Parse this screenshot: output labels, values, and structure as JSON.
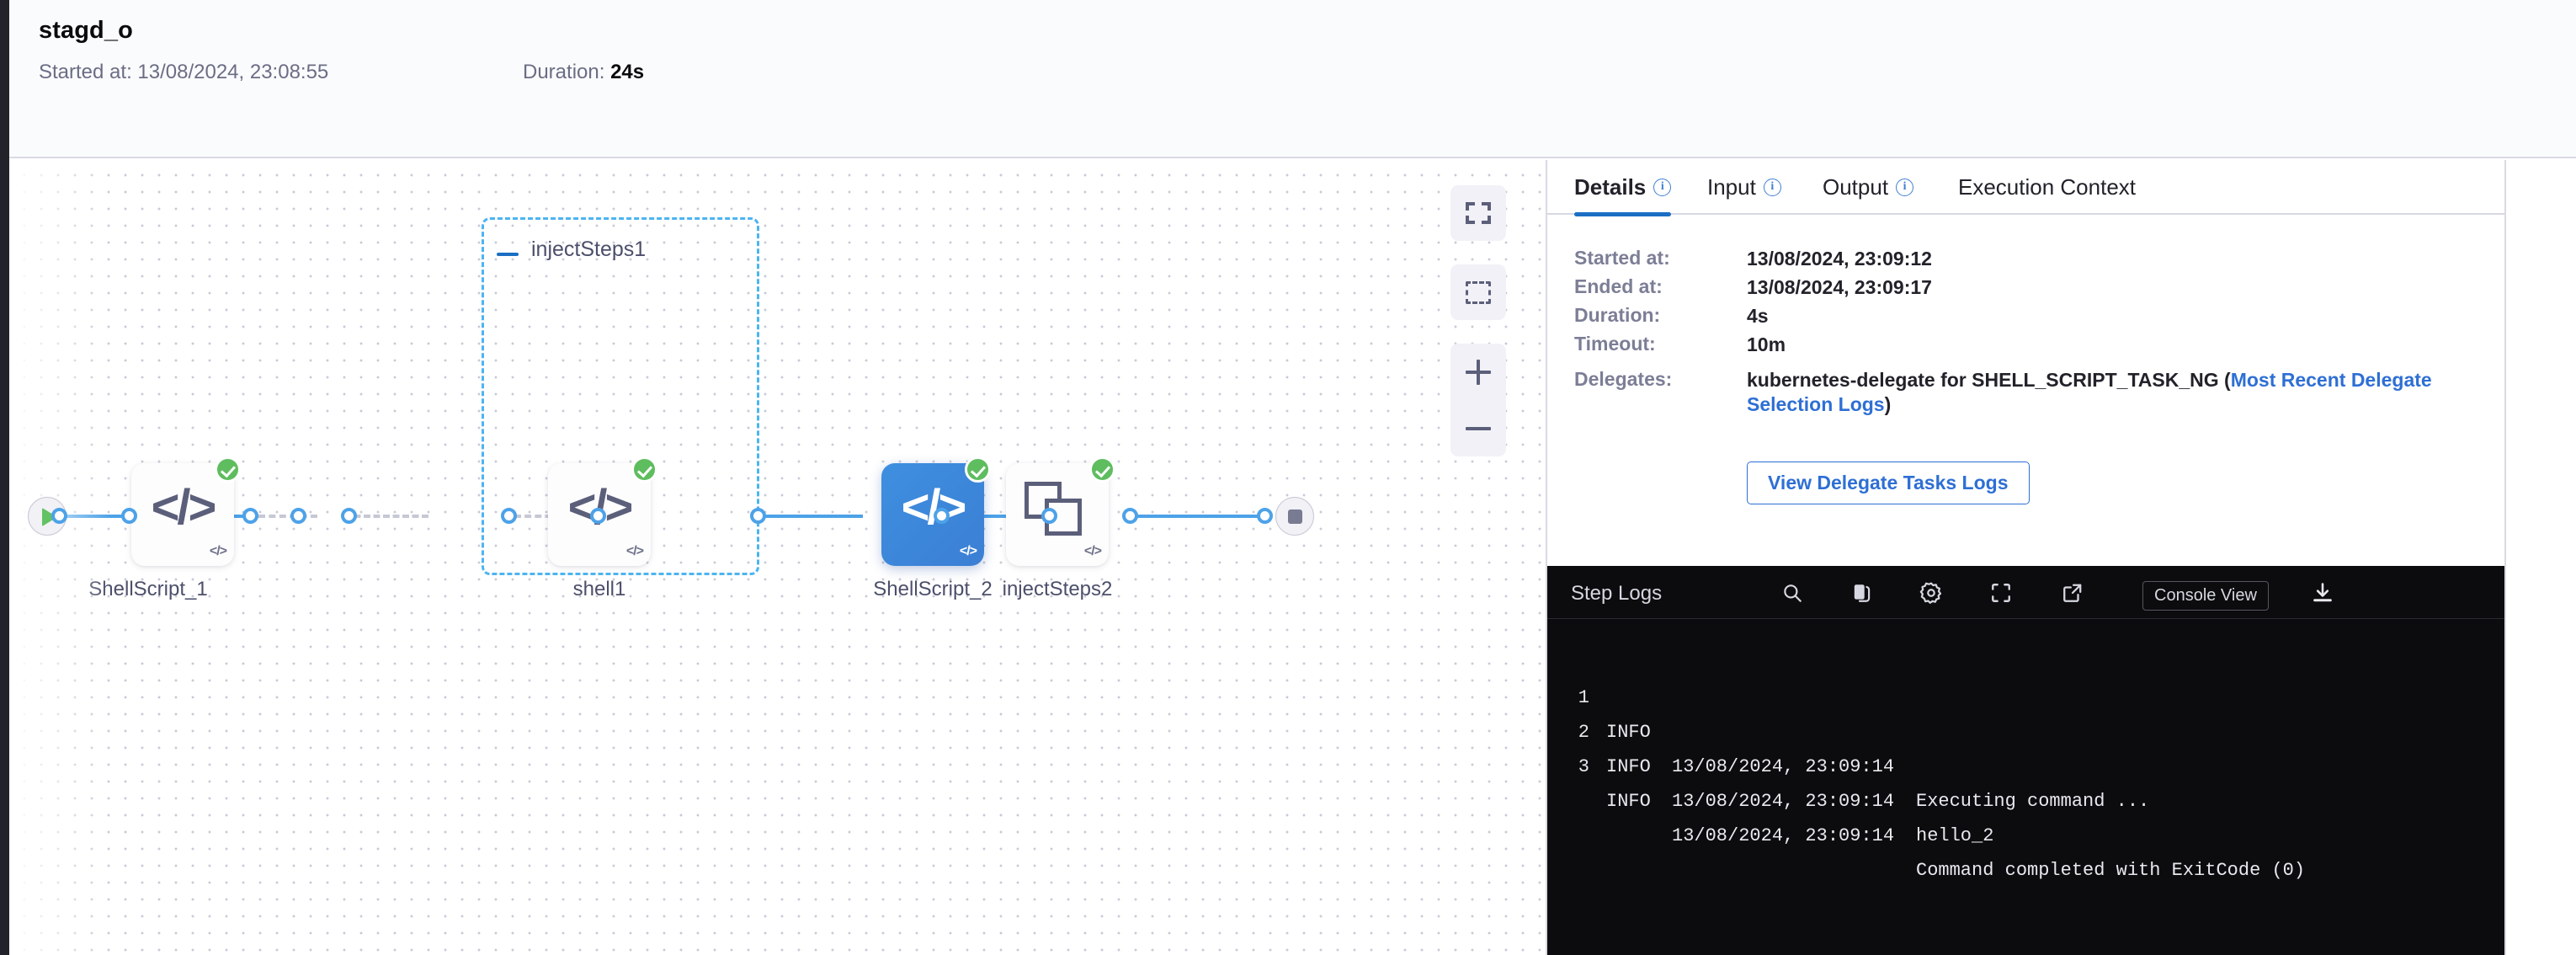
{
  "header": {
    "title": "stagd_o",
    "started_label": "Started at:",
    "started_value": "13/08/2024, 23:08:55",
    "duration_label": "Duration:",
    "duration_value": "24s"
  },
  "graph": {
    "start_node": "start-node",
    "end_node": "end-node",
    "group": {
      "label": "injectSteps1",
      "collapse_icon": "minus-icon"
    },
    "nodes": [
      {
        "id": "shellscript-1",
        "label": "ShellScript_1",
        "icon": "code-icon",
        "status": "success",
        "selected": false
      },
      {
        "id": "shell1",
        "label": "shell1",
        "icon": "code-icon",
        "status": "success",
        "selected": false
      },
      {
        "id": "shellscript-2",
        "label": "ShellScript_2",
        "icon": "code-icon",
        "status": "success",
        "selected": true
      },
      {
        "id": "injectsteps-2",
        "label": "injectSteps2",
        "icon": "step-group-icon",
        "status": "success",
        "selected": false
      }
    ],
    "node_glyph": "</>",
    "corner_badge": "</>",
    "toolbar": [
      {
        "name": "fit-to-screen-button",
        "icon": "fit-screen-icon"
      },
      {
        "name": "selection-box-button",
        "icon": "dashed-square-icon"
      },
      {
        "name": "zoom-in-button",
        "icon": "plus-icon"
      },
      {
        "name": "zoom-out-button",
        "icon": "minus-icon"
      }
    ]
  },
  "panel": {
    "tabs": [
      {
        "label": "Details",
        "info": true,
        "active": true
      },
      {
        "label": "Input",
        "info": true,
        "active": false
      },
      {
        "label": "Output",
        "info": true,
        "active": false
      },
      {
        "label": "Execution Context",
        "info": false,
        "active": false
      }
    ],
    "info_glyph": "i",
    "details": [
      {
        "key": "Started at:",
        "value": "13/08/2024, 23:09:12"
      },
      {
        "key": "Ended at:",
        "value": "13/08/2024, 23:09:17"
      },
      {
        "key": "Duration:",
        "value": "4s"
      },
      {
        "key": "Timeout:",
        "value": "10m"
      }
    ],
    "delegates": {
      "key": "Delegates:",
      "text_before": "kubernetes-delegate for SHELL_SCRIPT_TASK_NG (",
      "link_text": "Most Recent Delegate Selection Logs",
      "text_after": ")",
      "button_label": "View Delegate Tasks Logs"
    }
  },
  "logs": {
    "title": "Step Logs",
    "console_view_label": "Console View",
    "icons": [
      "search-icon",
      "copy-icon",
      "gear-icon",
      "fullscreen-icon",
      "external-link-icon",
      "download-icon"
    ],
    "lines": [
      {
        "num": "1",
        "level": "INFO",
        "timestamp": "13/08/2024, 23:09:14",
        "message": "Executing command ..."
      },
      {
        "num": "2",
        "level": "INFO",
        "timestamp": "13/08/2024, 23:09:14",
        "message": "hello_2"
      },
      {
        "num": "3",
        "level": "INFO",
        "timestamp": "13/08/2024, 23:09:14",
        "message": "Command completed with ExitCode (0)"
      }
    ]
  },
  "colors": {
    "accent_blue": "#4da2e8",
    "selected_node": "#3b7fd4",
    "success_green": "#5ebd5e",
    "link_blue": "#2e6fd4",
    "group_border": "#4cb4f0",
    "console_bg": "#0c0c0e"
  }
}
